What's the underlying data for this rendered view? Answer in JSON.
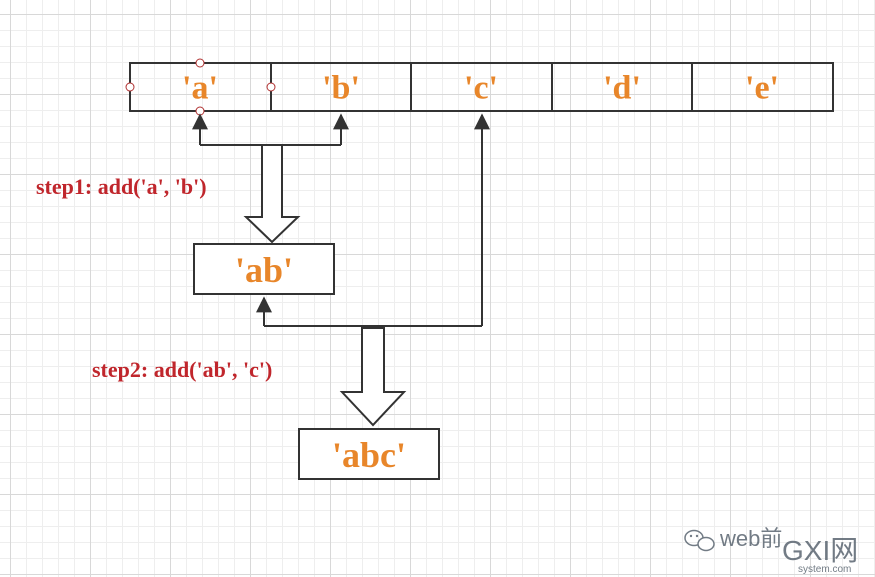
{
  "colors": {
    "accent": "#e8862a",
    "label": "#c0262c",
    "line": "#333333",
    "handle": "#b03030",
    "watermark": "#5a6570"
  },
  "array_cells": [
    {
      "label": "'a'"
    },
    {
      "label": "'b'"
    },
    {
      "label": "'c'"
    },
    {
      "label": "'d'"
    },
    {
      "label": "'e'"
    }
  ],
  "steps": [
    {
      "label": "step1: add('a', 'b')",
      "result": "'ab'"
    },
    {
      "label": "step2: add('ab', 'c')",
      "result": "'abc'"
    }
  ],
  "watermark": {
    "icon": "wechat-icon",
    "text": "web前",
    "logo_text": "GXI网",
    "logo_sub": "system.com"
  }
}
